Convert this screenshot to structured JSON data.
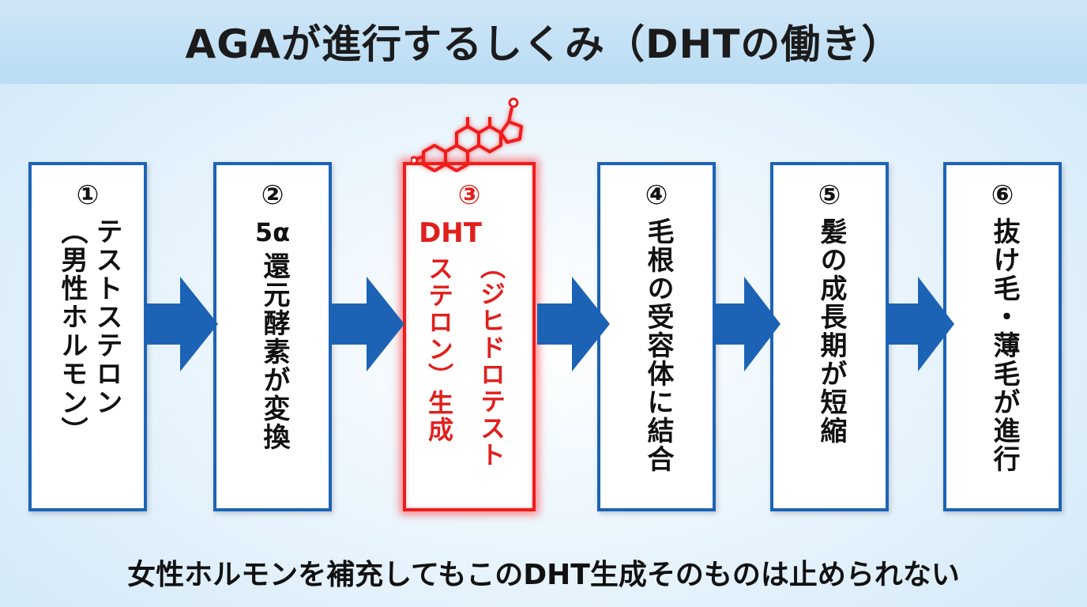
{
  "title": "AGAが進行するしくみ（DHTの働き）",
  "steps": [
    {
      "number": "①",
      "line1": "テストステロン",
      "line2": "（男性ホルモン）"
    },
    {
      "number": "②",
      "line1": "5α",
      "line2": "還元酵素が変換"
    },
    {
      "number": "③",
      "line1": "DHT",
      "line2": "（ジヒドロテスト",
      "line3": "ステロン）生成"
    },
    {
      "number": "④",
      "line1": "毛根の受容体に結合"
    },
    {
      "number": "⑤",
      "line1": "髪の成長期が短縮"
    },
    {
      "number": "⑥",
      "line1": "抜け毛・薄毛が進行"
    }
  ],
  "footer": "女性ホルモンを補充してもこのDHT生成そのものは止められない",
  "colors": {
    "box_border": "#1c63b5",
    "arrow": "#1c63b5",
    "highlight": "#ee1c1c",
    "title_band": "#c4e1f6"
  },
  "icons": {
    "arrow": "right-arrow-icon",
    "molecule": "dht-molecule-icon"
  }
}
